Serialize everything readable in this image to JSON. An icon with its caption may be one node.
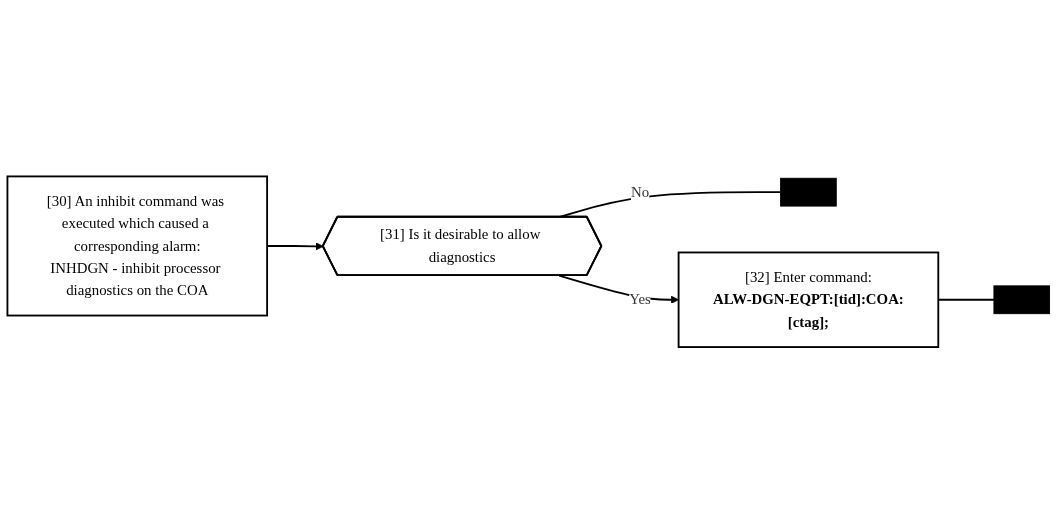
{
  "diagram": {
    "nodes": [
      {
        "text": [
          "[30] An inhibit command was executed which caused a corresponding alarm:",
          "INHDGN - inhibit processor diagnostics on the COA"
        ]
      },
      {
        "text": [
          "[31] Is it desirable to allow diagnostics"
        ]
      },
      {
        "text": [],
        "shape": "bar"
      },
      {
        "text": [
          "[32] Enter command:",
          "ALW-DGN-EQPT:[tid]:COA:[ctag];"
        ]
      },
      {
        "text": [],
        "shape": "bar"
      }
    ],
    "edges": [
      {
        "from": 0,
        "to": 1,
        "arrow": "to"
      },
      {
        "from": 1,
        "to": 2,
        "arrow": "none",
        "label": "No"
      },
      {
        "from": 1,
        "to": 3,
        "arrow": "to",
        "label": "Yes"
      },
      {
        "from": 3,
        "to": 4,
        "arrow": "none"
      }
    ]
  }
}
